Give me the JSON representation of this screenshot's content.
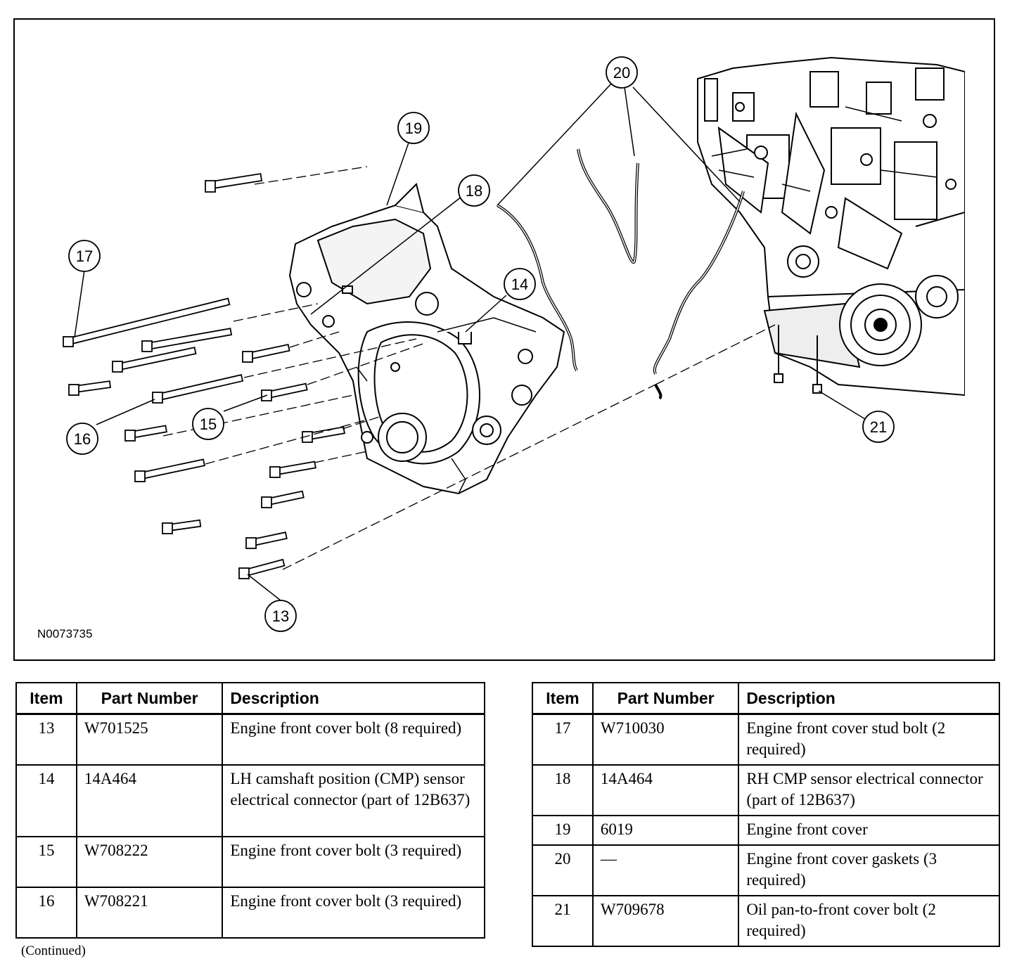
{
  "figure": {
    "code": "N0073735",
    "callouts": [
      "13",
      "14",
      "15",
      "16",
      "17",
      "18",
      "19",
      "20",
      "21"
    ]
  },
  "tables": {
    "headers": {
      "item": "Item",
      "part_number": "Part Number",
      "description": "Description"
    },
    "left_rows": [
      {
        "item": "13",
        "part_number": "W701525",
        "description": "Engine front cover bolt (8 required)"
      },
      {
        "item": "14",
        "part_number": "14A464",
        "description": "LH camshaft position (CMP) sensor electrical connector (part of 12B637)"
      },
      {
        "item": "15",
        "part_number": "W708222",
        "description": "Engine front cover bolt (3 required)"
      },
      {
        "item": "16",
        "part_number": "W708221",
        "description": "Engine front cover bolt (3 required)"
      }
    ],
    "right_rows": [
      {
        "item": "17",
        "part_number": "W710030",
        "description": "Engine front cover stud bolt (2 required)"
      },
      {
        "item": "18",
        "part_number": "14A464",
        "description": "RH CMP sensor electrical connector (part of 12B637)"
      },
      {
        "item": "19",
        "part_number": "6019",
        "description": "Engine front cover"
      },
      {
        "item": "20",
        "part_number": "—",
        "description": "Engine front cover gaskets (3 required)"
      },
      {
        "item": "21",
        "part_number": "W709678",
        "description": "Oil pan-to-front cover bolt (2 required)"
      }
    ]
  },
  "footer": {
    "continued": "(Continued)"
  }
}
